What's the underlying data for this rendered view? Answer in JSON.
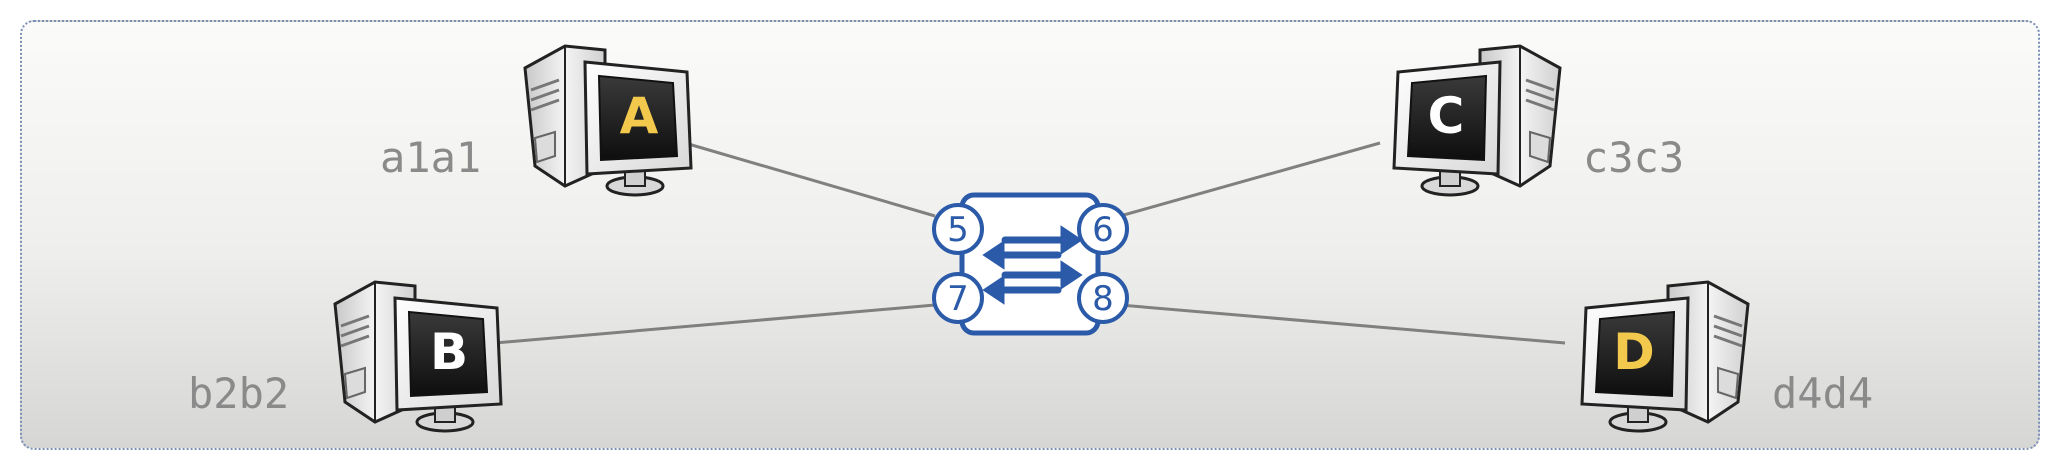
{
  "hosts": [
    {
      "id": "A",
      "mac": "a1a1",
      "letter_color": "#f2c94c",
      "port": "5"
    },
    {
      "id": "B",
      "mac": "b2b2",
      "letter_color": "#ffffff",
      "port": "7"
    },
    {
      "id": "C",
      "mac": "c3c3",
      "letter_color": "#ffffff",
      "port": "6"
    },
    {
      "id": "D",
      "mac": "d4d4",
      "letter_color": "#f2c94c",
      "port": "8"
    }
  ],
  "switch": {
    "ports": [
      "5",
      "6",
      "7",
      "8"
    ],
    "color": "#2a5aa8"
  },
  "icons": {
    "computer": "desktop-computer-icon",
    "switch": "network-switch-icon"
  }
}
